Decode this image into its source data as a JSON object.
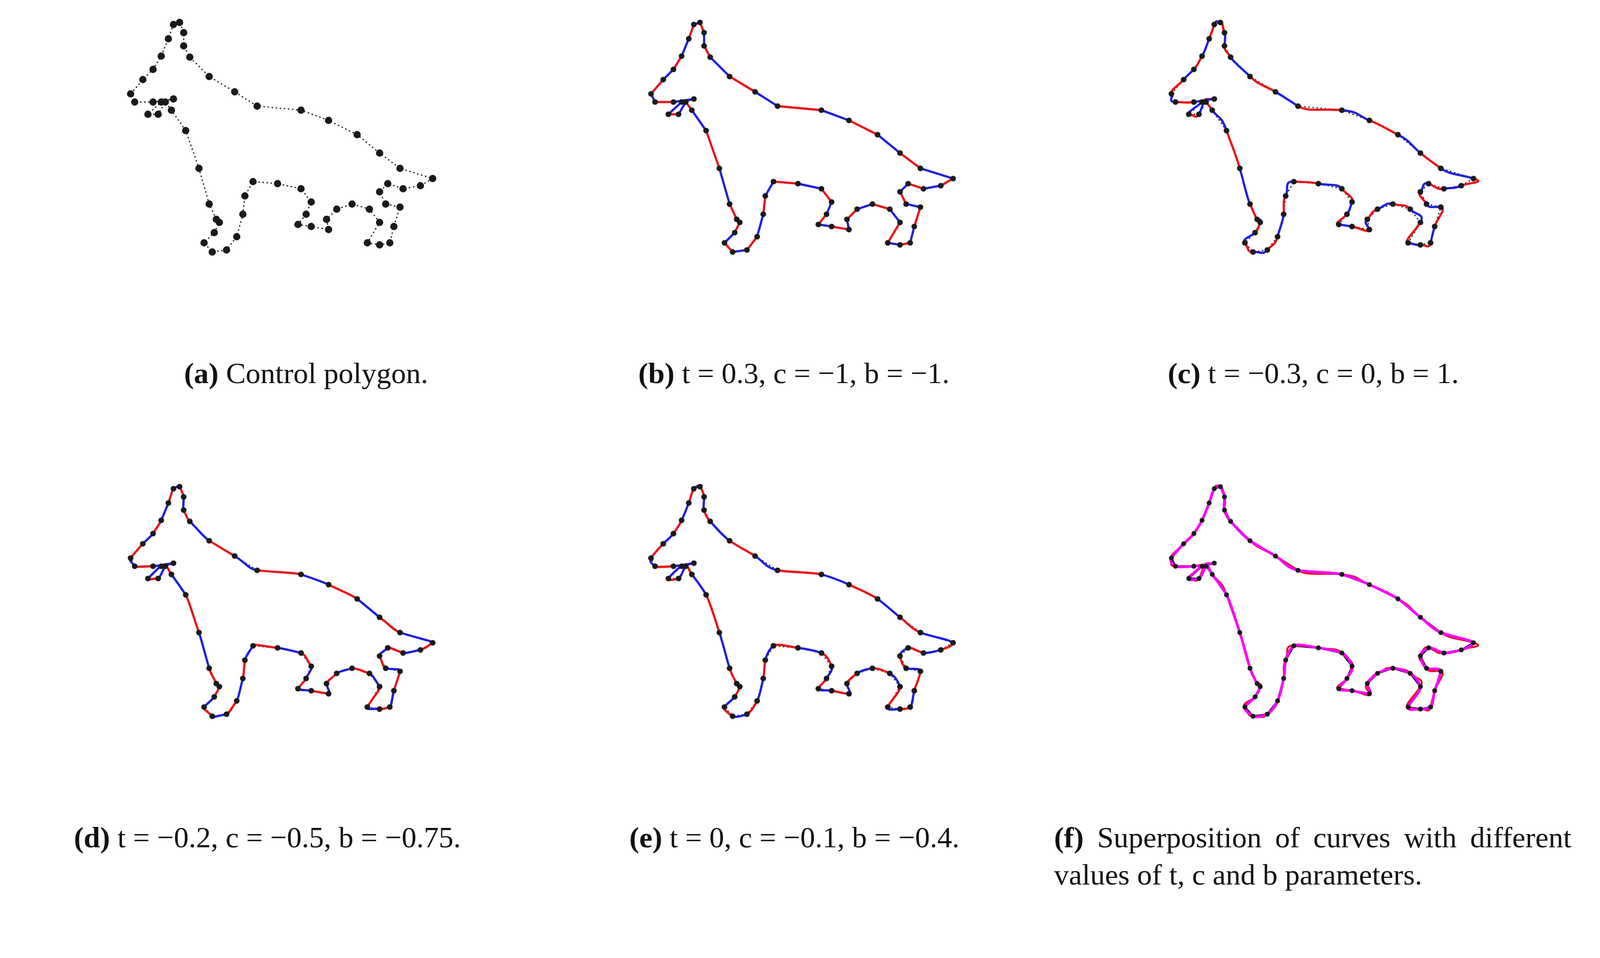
{
  "diagram": {
    "labels": [
      "(a)",
      "Control polygon.",
      "(b)",
      "t = 0.3, c = −1, b = −1.",
      "(c)",
      "t = −0.3, c = 0, b = 1.",
      "(d)",
      "t = −0.2, c = −0.5, b = −0.75.",
      "(e)",
      "t = 0, c = −0.1, b = −0.4.",
      "(f)",
      "Superposition of curves with different values of t, c and b parameters."
    ]
  }
}
